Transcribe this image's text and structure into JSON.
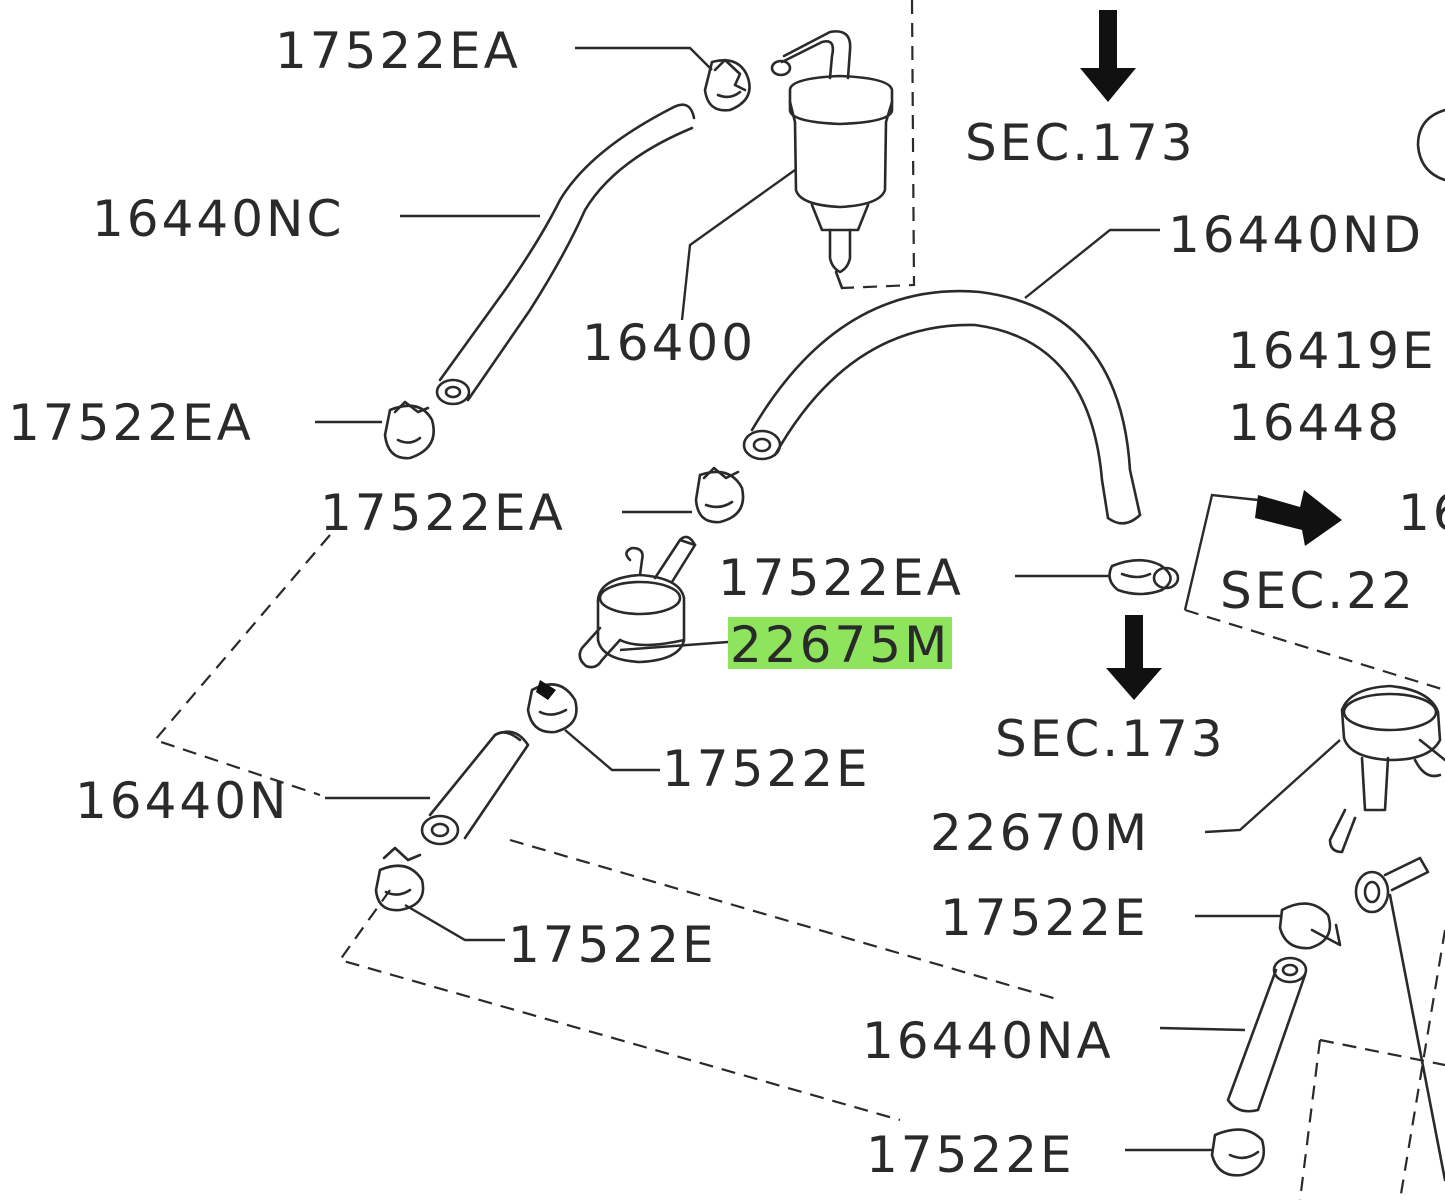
{
  "labels": {
    "clamp_top": "17522EA",
    "hose_nc": "16440NC",
    "filter": "16400",
    "clamp_left": "17522EA",
    "clamp_mid": "17522EA",
    "clamp_right": "17522EA",
    "valve_highlight": "22675",
    "valve_suffix": "M",
    "clamp_e1": "17522E",
    "hose_n": "16440N",
    "clamp_e2": "17522E",
    "sec_top": "SEC.173",
    "sec_mid": "SEC.173",
    "sec_right": "SEC.22",
    "hose_nd": "16440ND",
    "part_419": "16419E",
    "part_448": "16448",
    "part_16": "16",
    "valve_2": "22670M",
    "clamp_e3": "17522E",
    "hose_na": "16440NA",
    "clamp_e4": "17522E"
  },
  "highlight_color": "#8ee55d",
  "line_color": "#2a2a2a"
}
